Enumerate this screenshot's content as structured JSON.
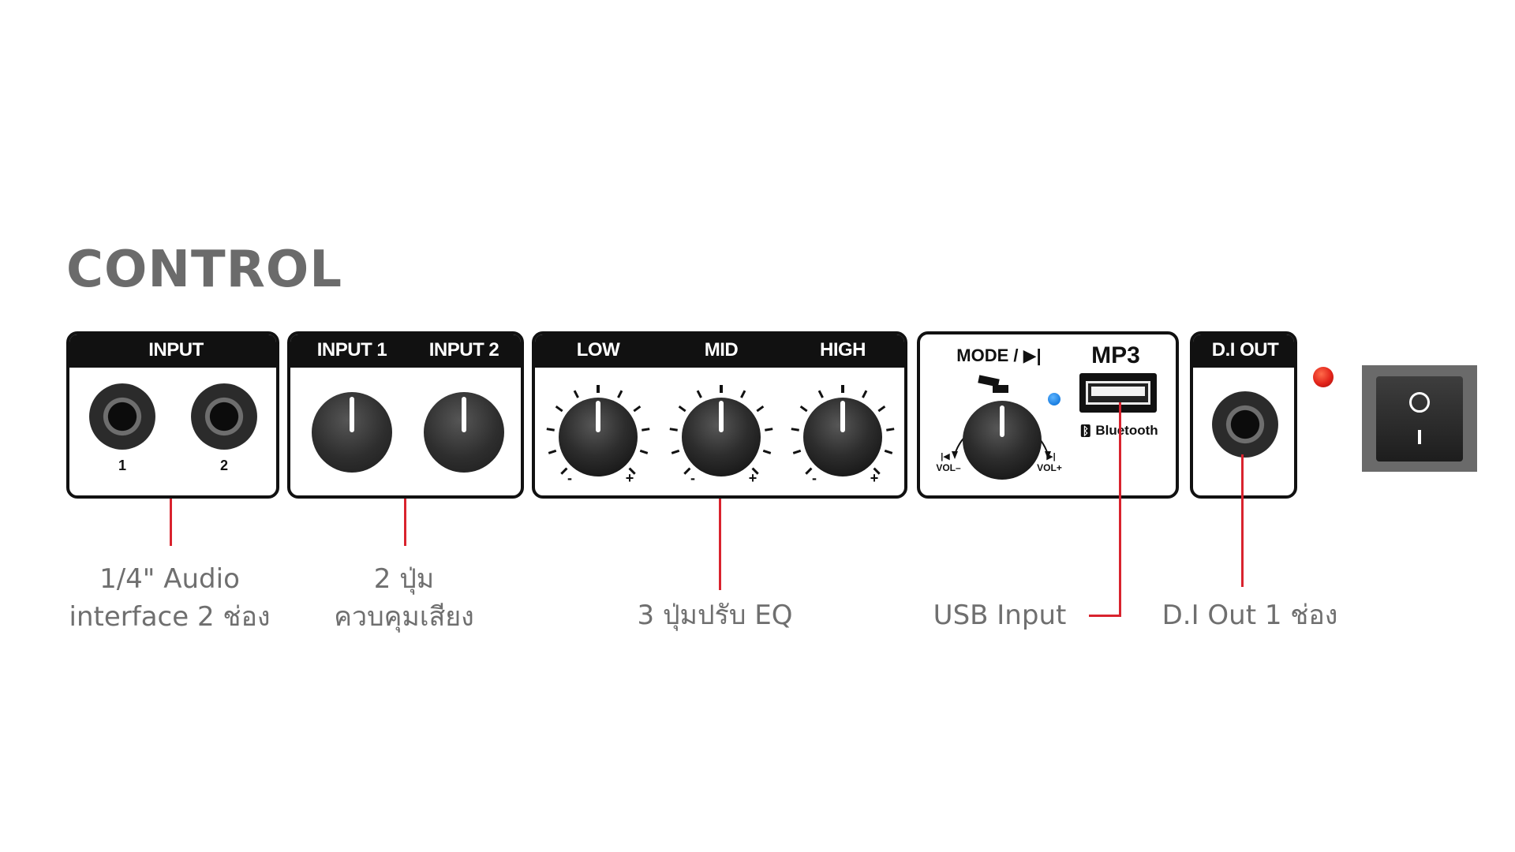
{
  "title": "CONTROL",
  "panels": {
    "input": {
      "header": "INPUT",
      "jack_labels": [
        "1",
        "2"
      ]
    },
    "input_controls": {
      "labels": [
        "INPUT 1",
        "INPUT 2"
      ]
    },
    "eq": {
      "labels": [
        "LOW",
        "MID",
        "HIGH"
      ],
      "minus": "-",
      "plus": "+"
    },
    "mp3": {
      "mode_label": "MODE / ▶|",
      "mp3_label": "MP3",
      "bluetooth_label": "Bluetooth",
      "vol_minus": "VOL–",
      "vol_plus": "VOL+",
      "prev_glyph": "|◀",
      "next_glyph": "▶|"
    },
    "di_out": {
      "header": "D.I OUT"
    }
  },
  "callouts": {
    "input_line1": "1/4\" Audio",
    "input_line2": "interface 2 ช่อง",
    "volume_line1": "2 ปุ่ม",
    "volume_line2": "ควบคุมเสียง",
    "eq": "3 ปุ่มปรับ EQ",
    "usb": "USB Input",
    "di_out": "D.I Out 1 ช่อง"
  },
  "colors": {
    "callout_line": "#d9232e",
    "callout_text": "#6f6f6f",
    "title": "#6b6b6b",
    "panel_border": "#111111",
    "power_led": "#e2231a",
    "bluetooth_led": "#1a7ee0"
  },
  "icons": [
    "jack-icon",
    "knob-icon",
    "usb-port-icon",
    "bluetooth-icon",
    "power-switch-icon"
  ]
}
